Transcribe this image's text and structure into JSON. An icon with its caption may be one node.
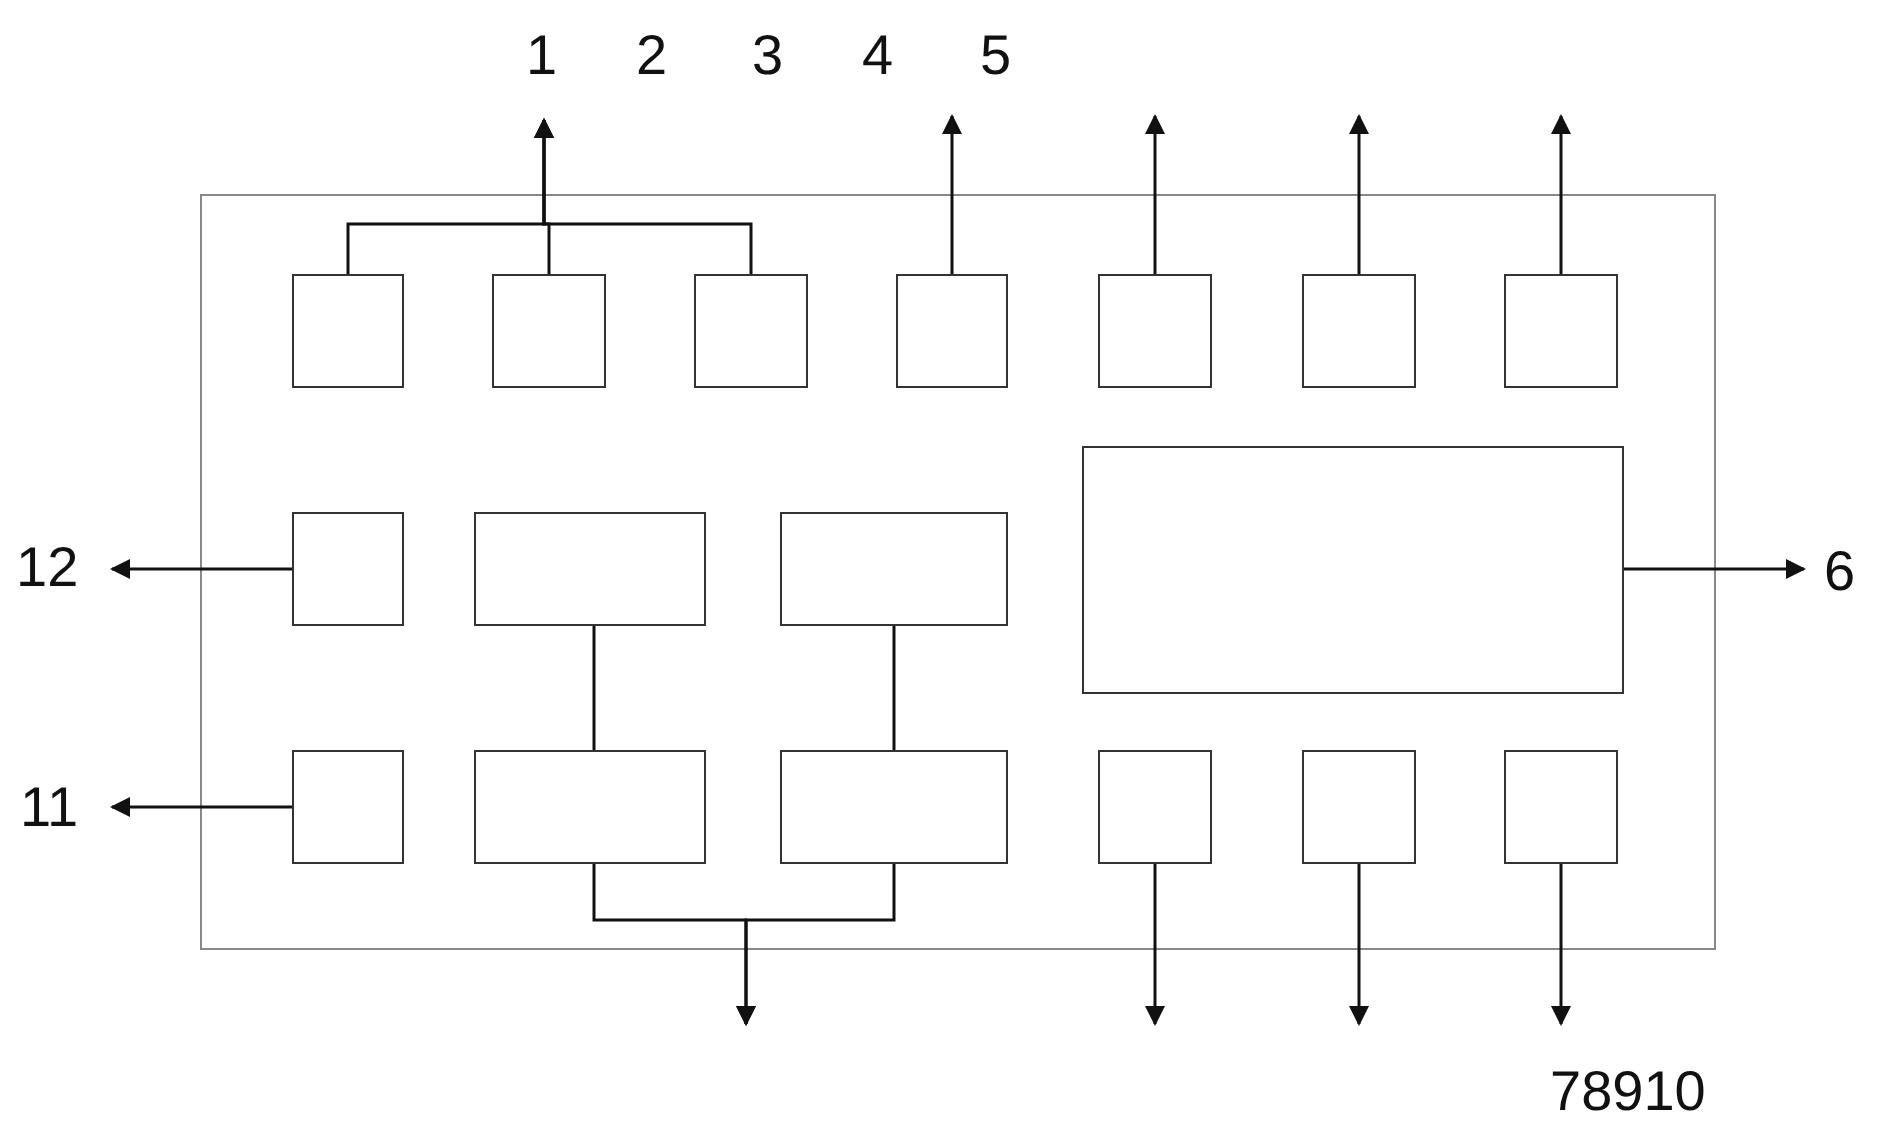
{
  "diagram": {
    "nodes": [
      {
        "text": [],
        "shape": "box"
      },
      {
        "text": [],
        "shape": "box",
        "in": 0
      },
      {
        "text": [],
        "shape": "box",
        "in": 0
      },
      {
        "text": [],
        "shape": "box",
        "in": 0
      },
      {
        "text": [],
        "shape": "box",
        "in": 0
      },
      {
        "text": [],
        "shape": "box",
        "in": 0
      },
      {
        "text": [],
        "shape": "box",
        "in": 0
      },
      {
        "text": [],
        "shape": "box",
        "in": 0
      },
      {
        "text": [],
        "shape": "box",
        "in": 0
      },
      {
        "text": [],
        "shape": "box",
        "in": 0
      },
      {
        "text": [],
        "shape": "box",
        "in": 0
      },
      {
        "text": [],
        "shape": "box",
        "in": 0
      },
      {
        "text": [],
        "shape": "box",
        "in": 0
      },
      {
        "text": [],
        "shape": "box",
        "in": 0
      },
      {
        "text": [],
        "shape": "box",
        "in": 0
      },
      {
        "text": [],
        "shape": "box",
        "in": 0
      },
      {
        "text": [],
        "shape": "box",
        "in": 0
      },
      {
        "text": [],
        "shape": "box",
        "in": 0
      },
      {
        "text": [
          "12"
        ]
      },
      {
        "text": [
          "6"
        ]
      },
      {
        "text": [
          "11"
        ]
      }
    ],
    "edges": [
      {
        "from": 1,
        "to": null,
        "arrow": "to"
      },
      {
        "from": 2,
        "to": null,
        "arrow": "to"
      },
      {
        "from": 3,
        "to": null,
        "arrow": "to"
      },
      {
        "from": 4,
        "to": null,
        "arrow": "to"
      },
      {
        "from": 5,
        "to": null,
        "arrow": "to"
      },
      {
        "from": 6,
        "to": null,
        "arrow": "to"
      },
      {
        "from": 7,
        "to": null,
        "arrow": "to"
      },
      {
        "from": 8,
        "to": 18,
        "arrow": "to"
      },
      {
        "from": 11,
        "to": 19,
        "arrow": "to"
      },
      {
        "from": 12,
        "to": 20,
        "arrow": "to"
      },
      {
        "from": 9,
        "to": 13,
        "arrow": "none"
      },
      {
        "from": 10,
        "to": 14,
        "arrow": "none"
      },
      {
        "from": 13,
        "to": null,
        "arrow": "to"
      },
      {
        "from": 14,
        "to": null,
        "arrow": "to"
      },
      {
        "from": 15,
        "to": null,
        "arrow": "to"
      },
      {
        "from": 16,
        "to": null,
        "arrow": "to"
      },
      {
        "from": 17,
        "to": null,
        "arrow": "to"
      }
    ],
    "labels": [
      "1",
      "2",
      "3",
      "4",
      "5",
      "78910"
    ]
  }
}
